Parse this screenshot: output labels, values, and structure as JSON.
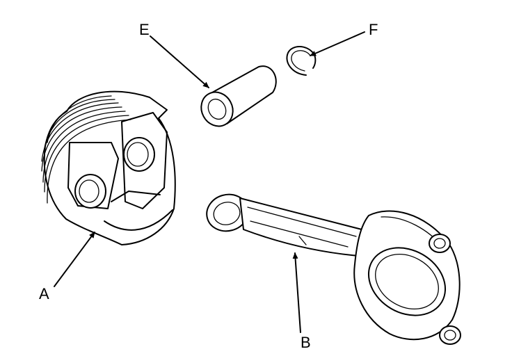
{
  "diagram": {
    "callouts": {
      "piston": "A",
      "connecting_rod": "B",
      "piston_pin": "E",
      "snap_ring": "F"
    }
  }
}
